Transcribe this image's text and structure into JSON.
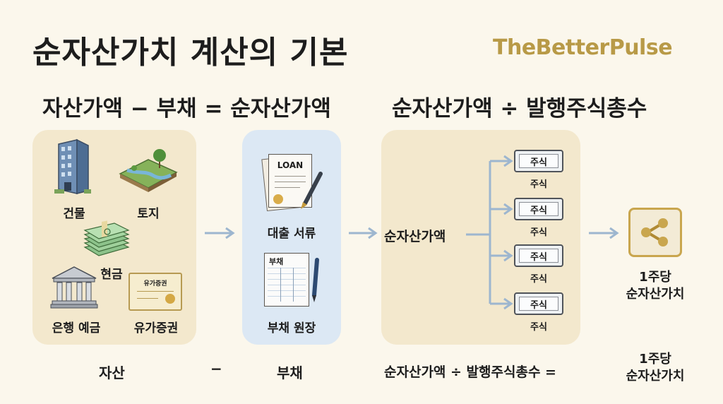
{
  "title": "순자산가치 계산의 기본",
  "brand": "TheBetterPulse",
  "formula_left": "자산가액 − 부채 = 순자산가액",
  "formula_right": "순자산가액 ÷ 발행주식총수",
  "assets": {
    "building": "건물",
    "land": "토지",
    "cash": "현금",
    "bank_deposit": "은행 예금",
    "securities": "유가증권",
    "certificate_text": "유가증권"
  },
  "debt": {
    "loan_doc": "대출 서류",
    "loan_word": "LOAN",
    "ledger": "부채 원장",
    "ledger_header": "부채"
  },
  "nav": {
    "label": "순자산가액",
    "shares": [
      {
        "card": "주식",
        "label": "주식"
      },
      {
        "card": "주식",
        "label": "주식"
      },
      {
        "card": "주식",
        "label": "주식"
      },
      {
        "card": "주식",
        "label": "주식"
      }
    ]
  },
  "result": {
    "line1": "1주당",
    "line2": "순자산가치"
  },
  "bottom": {
    "assets": "자산",
    "minus": "−",
    "debt": "부채",
    "nav_formula": "순자산가액 ÷ 발행주식총수 =",
    "result_line1": "1주당",
    "result_line2": "순자산가치"
  },
  "colors": {
    "brand": "#b89a47",
    "panel_beige": "#f3e8cd",
    "panel_blue": "#dce8f4",
    "arrow": "#9db6cf"
  }
}
